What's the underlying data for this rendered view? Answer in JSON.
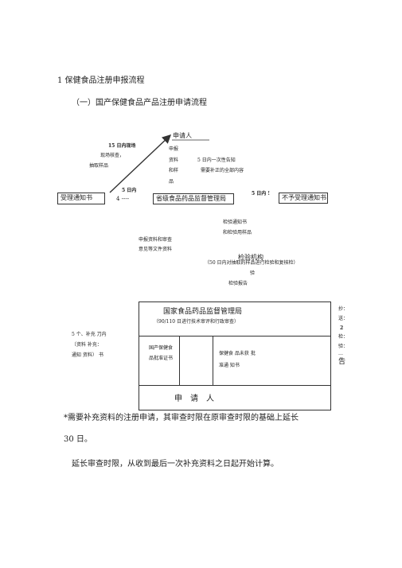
{
  "headings": {
    "main": "1 保健食品注册申报流程",
    "sub": "（一）国产保健食品产品注册申请流程"
  },
  "diagram": {
    "applicant_top": "申请人",
    "left_note_1": "15 日内现场",
    "left_note_2": "现场核查，",
    "left_note_3": "抽取样品",
    "mid_note_1": "申报",
    "mid_note_2": "资料",
    "mid_note_3": "和样",
    "mid_note_4": "品",
    "right_note_1": "5 日内一次性告知",
    "right_note_2": "需要补正的全部内容",
    "accept_notice": "受理通知书",
    "arrow_note_top": "5 日内",
    "arrow_note_bottom": "4 ----",
    "province_bureau": "省级食品药品监督管理局",
    "reject_days": "5 日内 !",
    "reject_notice": "不予受理通知书",
    "inspect_notice_1": "检验通知书",
    "inspect_notice_2": "和检验用样品",
    "submit_docs_1": "申报资料和审查",
    "submit_docs_2": "意见等文件资料",
    "inspection_agency": "检验机构",
    "inspection_desc": "（50 日内对抽取的样品进行检验和复核检）",
    "inspection_short": "验",
    "inspection_report": "检验报告",
    "right_margin": [
      "抄：",
      "送：",
      "2",
      "检：",
      "验：",
      "…",
      "告"
    ],
    "state_bureau": "国家食品药品监督管理局",
    "state_desc": "（90/110 日进行技术审评和行政审查）",
    "supplement_1": "5 个、补充 刀内",
    "supplement_2": "〔资料 补充：",
    "supplement_3": "通知 资料） 书",
    "cert_1": "国产保健食",
    "cert_2": "品批准证书",
    "deny_1": "保健食 品未获 批",
    "deny_2": "准通 知书",
    "applicant_bottom": "申　请　人"
  },
  "notes": {
    "line1": "*需要补充资料的注册申请，其审查时限在原审查时限的基础上延长",
    "line2": "30 日。",
    "line3": "延长审查时限，从收到最后一次补充资料之日起开始计算。"
  }
}
